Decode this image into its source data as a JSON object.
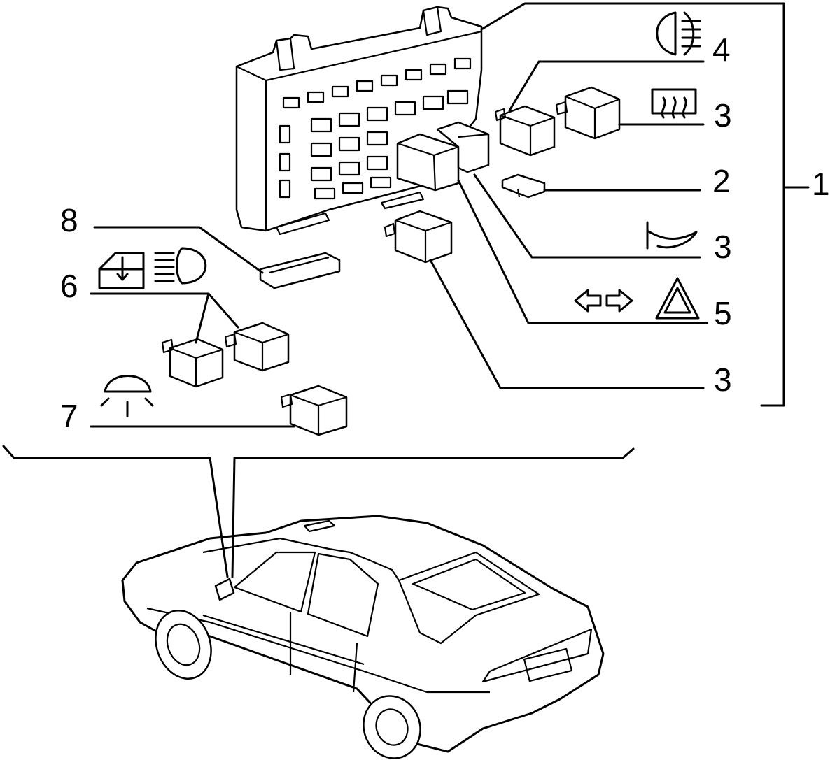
{
  "callouts": {
    "c1": "1",
    "c4": "4",
    "c3a": "3",
    "c2": "2",
    "c3b": "3",
    "c5": "5",
    "c3c": "3",
    "c8": "8",
    "c6": "6",
    "c7": "7"
  },
  "icons": {
    "c4": "fog-light-icon",
    "c3a": "rear-defroster-icon",
    "c3b": "horn-icon",
    "c5": "hazard-warning-icon",
    "c6": "power-window-icon",
    "c6b": "high-beam-icon",
    "c7": "interior-light-icon"
  },
  "colors": {
    "line": "#000000",
    "background": "#ffffff"
  }
}
